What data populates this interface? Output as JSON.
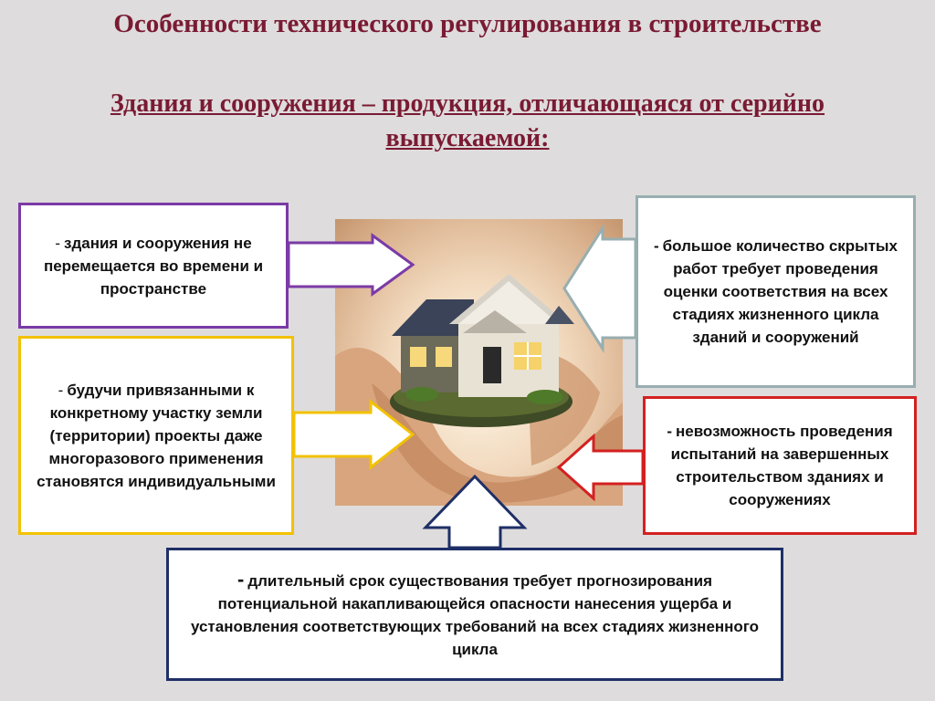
{
  "title": "Особенности технического регулирования в строительстве",
  "subtitle": "Здания и сооружения – продукция, отличающаяся от серийно выпускаемой:",
  "boxes": {
    "top_left": "здания и сооружения не перемещается во времени и пространстве",
    "mid_left": "будучи привязанными к конкретному участку земли (территории) проекты даже многоразового применения становятся индивидуальными",
    "top_right": "большое количество скрытых работ требует проведения оценки соответствия на всех стадиях жизненного цикла зданий и сооружений",
    "mid_right": "невозможность проведения испытаний на завершенных строительством зданиях и сооружениях",
    "bottom": "длительный срок существования требует прогнозирования потенциальной накапливающейся опасности нанесения ущерба и установления соответствующих требований на всех стадиях жизненного цикла"
  },
  "dash": "-",
  "colors": {
    "title": "#7a1a33",
    "purple": "#7b3aa6",
    "yellow": "#f2c200",
    "gray": "#98aeb0",
    "red": "#d42020",
    "navy": "#1e2f66"
  }
}
